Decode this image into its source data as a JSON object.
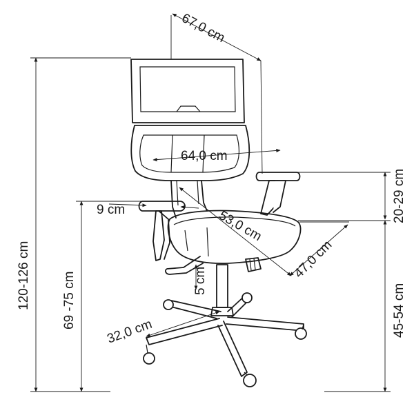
{
  "dimensions": {
    "depth_top": "67,0 cm",
    "seat_width": "64,0 cm",
    "armrest_height": "20-29 cm",
    "armrest_width": "9 cm",
    "seat_depth": "53,0 cm",
    "seat_side": "47,0 cm",
    "total_height": "120-126 cm",
    "armrest_floor_height": "69 -75 cm",
    "gas_lift": "5 cm",
    "base_radius": "32,0 cm",
    "seat_height": "45-54 cm"
  }
}
